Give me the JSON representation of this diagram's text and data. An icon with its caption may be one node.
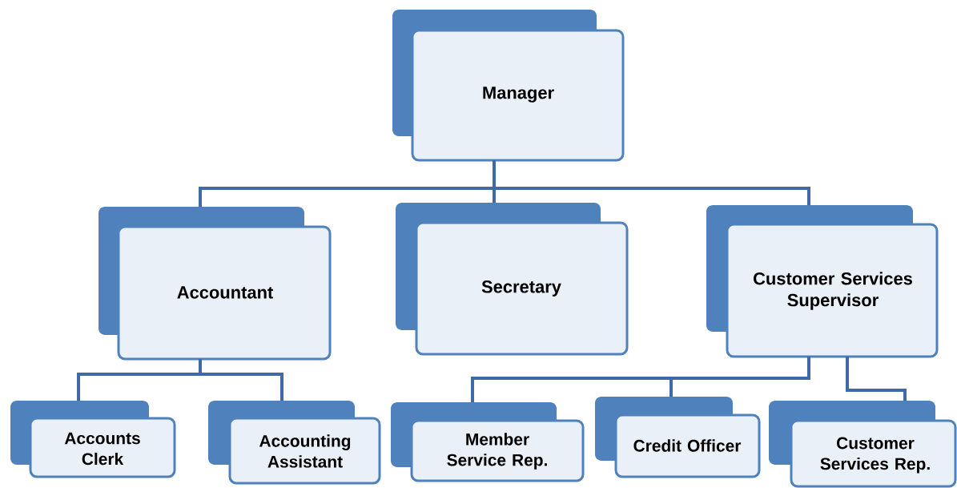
{
  "diagram": {
    "nodes": [
      {
        "text": [
          "Manager"
        ]
      },
      {
        "text": [
          "Accountant"
        ]
      },
      {
        "text": [
          "Secretary"
        ]
      },
      {
        "text": [
          "Customer Services Supervisor"
        ]
      },
      {
        "text": [
          "Accounts Clerk"
        ]
      },
      {
        "text": [
          "Accounting Assistant"
        ]
      },
      {
        "text": [
          "Member Service Rep."
        ]
      },
      {
        "text": [
          "Credit Officer"
        ]
      },
      {
        "text": [
          "Customer Services Rep."
        ]
      }
    ],
    "edges": [
      {
        "from": 0,
        "to": 1,
        "arrow": "none"
      },
      {
        "from": 0,
        "to": 2,
        "arrow": "none"
      },
      {
        "from": 0,
        "to": 3,
        "arrow": "none"
      },
      {
        "from": 1,
        "to": 4,
        "arrow": "none"
      },
      {
        "from": 1,
        "to": 5,
        "arrow": "none"
      },
      {
        "from": 3,
        "to": 6,
        "arrow": "none"
      },
      {
        "from": 3,
        "to": 7,
        "arrow": "none"
      },
      {
        "from": 3,
        "to": 8,
        "arrow": "none"
      }
    ]
  }
}
